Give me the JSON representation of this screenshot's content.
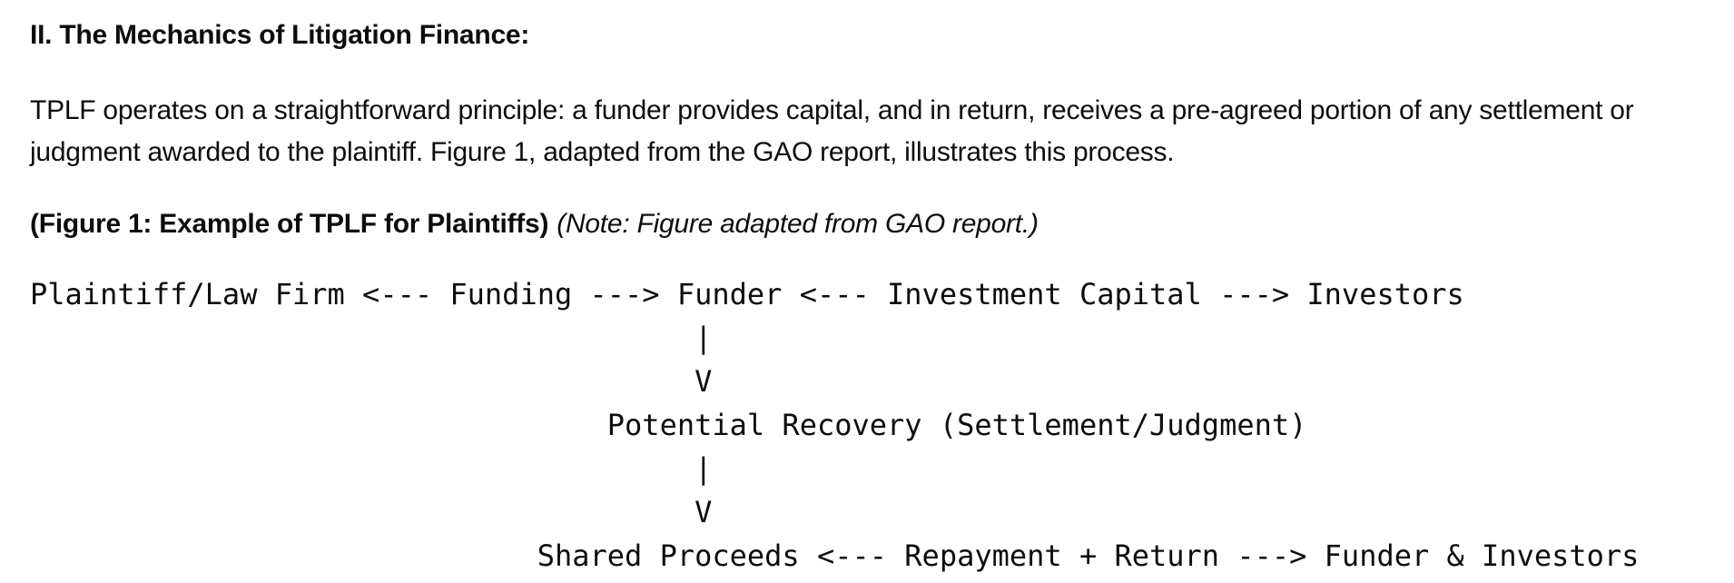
{
  "page": {
    "background_color": "#ffffff",
    "text_color": "#0d0d0d"
  },
  "document": {
    "heading": "II. The Mechanics of Litigation Finance:",
    "paragraph": "TPLF operates on a straightforward principle: a funder provides capital, and in return, receives a pre-agreed portion of any settlement or judgment awarded to the plaintiff. Figure 1, adapted from the GAO report, illustrates this process.",
    "figure_caption": {
      "title": "(Figure 1: Example of TPLF for Plaintiffs)",
      "note": "(Note: Figure adapted from GAO report.)"
    },
    "diagram": "Plaintiff/Law Firm <--- Funding ---> Funder <--- Investment Capital ---> Investors\n                                      |\n                                      V\n                                 Potential Recovery (Settlement/Judgment)\n                                      |\n                                      V\n                             Shared Proceeds <--- Repayment + Return ---> Funder & Investors"
  }
}
